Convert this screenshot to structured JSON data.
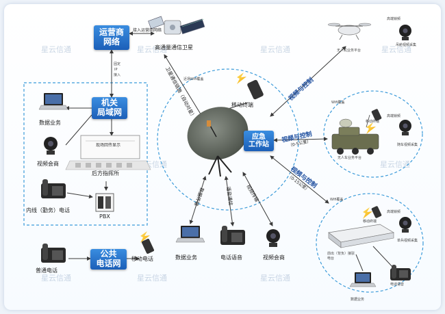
{
  "boxes": {
    "operator_line1": "运营商",
    "operator_line2": "网络",
    "agency_line1": "机关",
    "agency_line2": "局域网",
    "pstn_line1": "公共",
    "pstn_line2": "电话网",
    "station_line1": "应急",
    "station_line2": "工作站"
  },
  "labels": {
    "satellite_access": "接入运营商网络",
    "satellite": "高通量通信卫星",
    "fixed_ip_1": "固定",
    "fixed_ip_2": "IP",
    "fixed_ip_3": "接入",
    "data_service_left": "数据业务",
    "video_conf_left": "视频会商",
    "big_screen": "现场回传显示",
    "command_post": "后方指挥所",
    "intranet_phone": "内线（勤务）电话",
    "pbx": "PBX",
    "normal_phone": "普通电话",
    "mobile_phone_bottom": "移动电话",
    "data_service_bottom": "数据业务",
    "voice_bottom": "电话语音",
    "video_conf_bottom": "视频会商",
    "mobile_terminal": "移动终端",
    "wifi_near": "近场Wifi覆盖",
    "drone_relay": "高端锁频",
    "drone_platform": "无人机业务平台",
    "drone_cam": "吊舱视频采集",
    "vehicle_wifi": "Wifi覆盖",
    "vehicle_mobile": "移动终端",
    "vehicle_relay": "高端锁频",
    "vehicle_cam": "随车视频采集",
    "vehicle_platform": "无人车业务平台",
    "front_wifi": "Wifi覆盖",
    "front_mobile": "移动终端",
    "front_relay": "高端锁频",
    "front_cam": "单兵视频采集",
    "front_station": "前出（背负）接驳电台",
    "front_voice": "电话语音",
    "front_data": "数据业务",
    "arrow_sat_link": "卫星通信链路（自动对星）",
    "arrow_data_trans": "数据传输",
    "arrow_voice_ctrl": "语音通信",
    "arrow_video_trans": "视频传输",
    "arrow_video_ctrl_top": "视频与控制",
    "arrow_video_ctrl_mid": "视频与控制",
    "arrow_video_ctrl_mid_sub": "（0-5公里）",
    "arrow_video_ctrl_low": "视频与控制",
    "arrow_video_ctrl_low_sub": "（0-15公里）"
  },
  "watermark": "星云信通",
  "colors": {
    "box_blue": "#1c5fb8",
    "dashed_blue": "#3a9ad9",
    "arrow_gray": "#3a3a3a",
    "lightning": "#f5c400"
  }
}
